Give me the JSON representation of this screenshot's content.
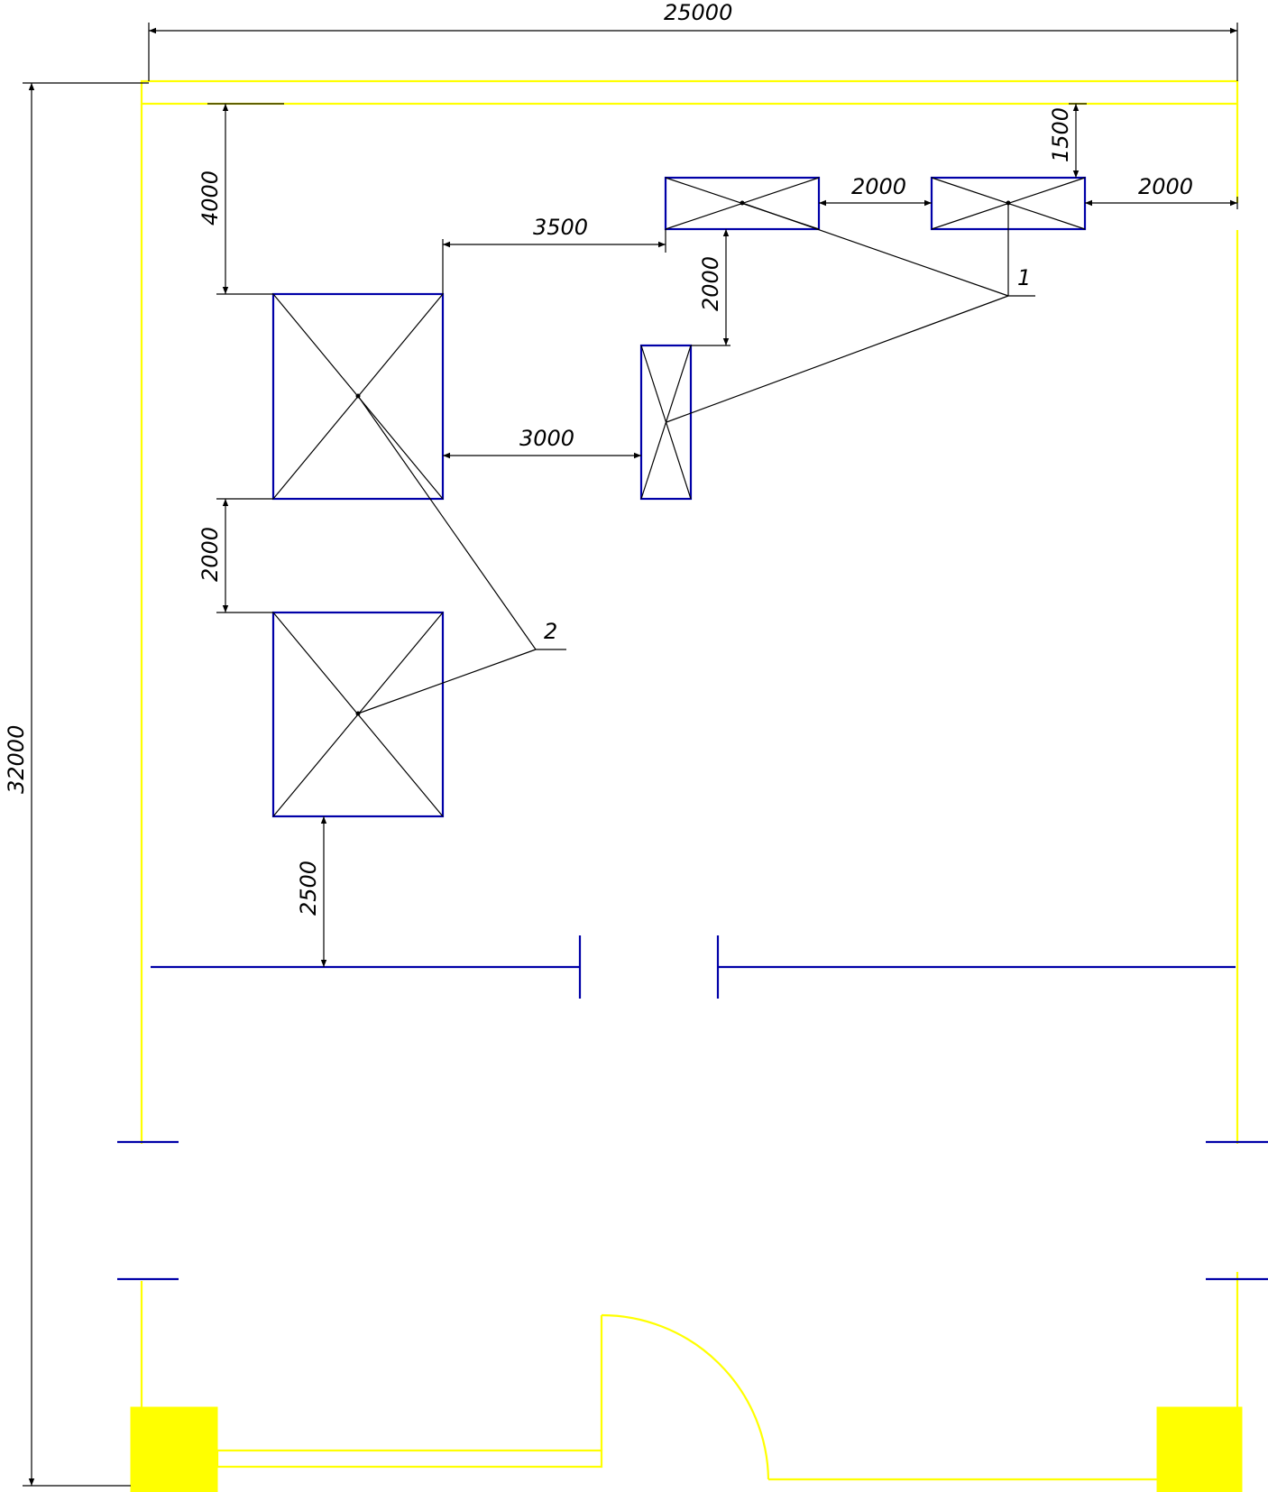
{
  "dimensions": {
    "overall_width": "25000",
    "overall_height": "32000",
    "top_offset_left": "4000",
    "top_offset_right": "1500",
    "gap_upper_units": "2000",
    "right_margin": "2000",
    "gap_to_upper_unit": "3500",
    "vertical_gap_right": "2000",
    "gap_to_narrow_unit": "3000",
    "gap_between_large_units": "2000",
    "bottom_clearance": "2500"
  },
  "leaders": {
    "group_1": "1",
    "group_2": "2"
  },
  "colors": {
    "walls": "#ffff00",
    "equipment": "#0000a8",
    "dimensions": "#000000"
  }
}
